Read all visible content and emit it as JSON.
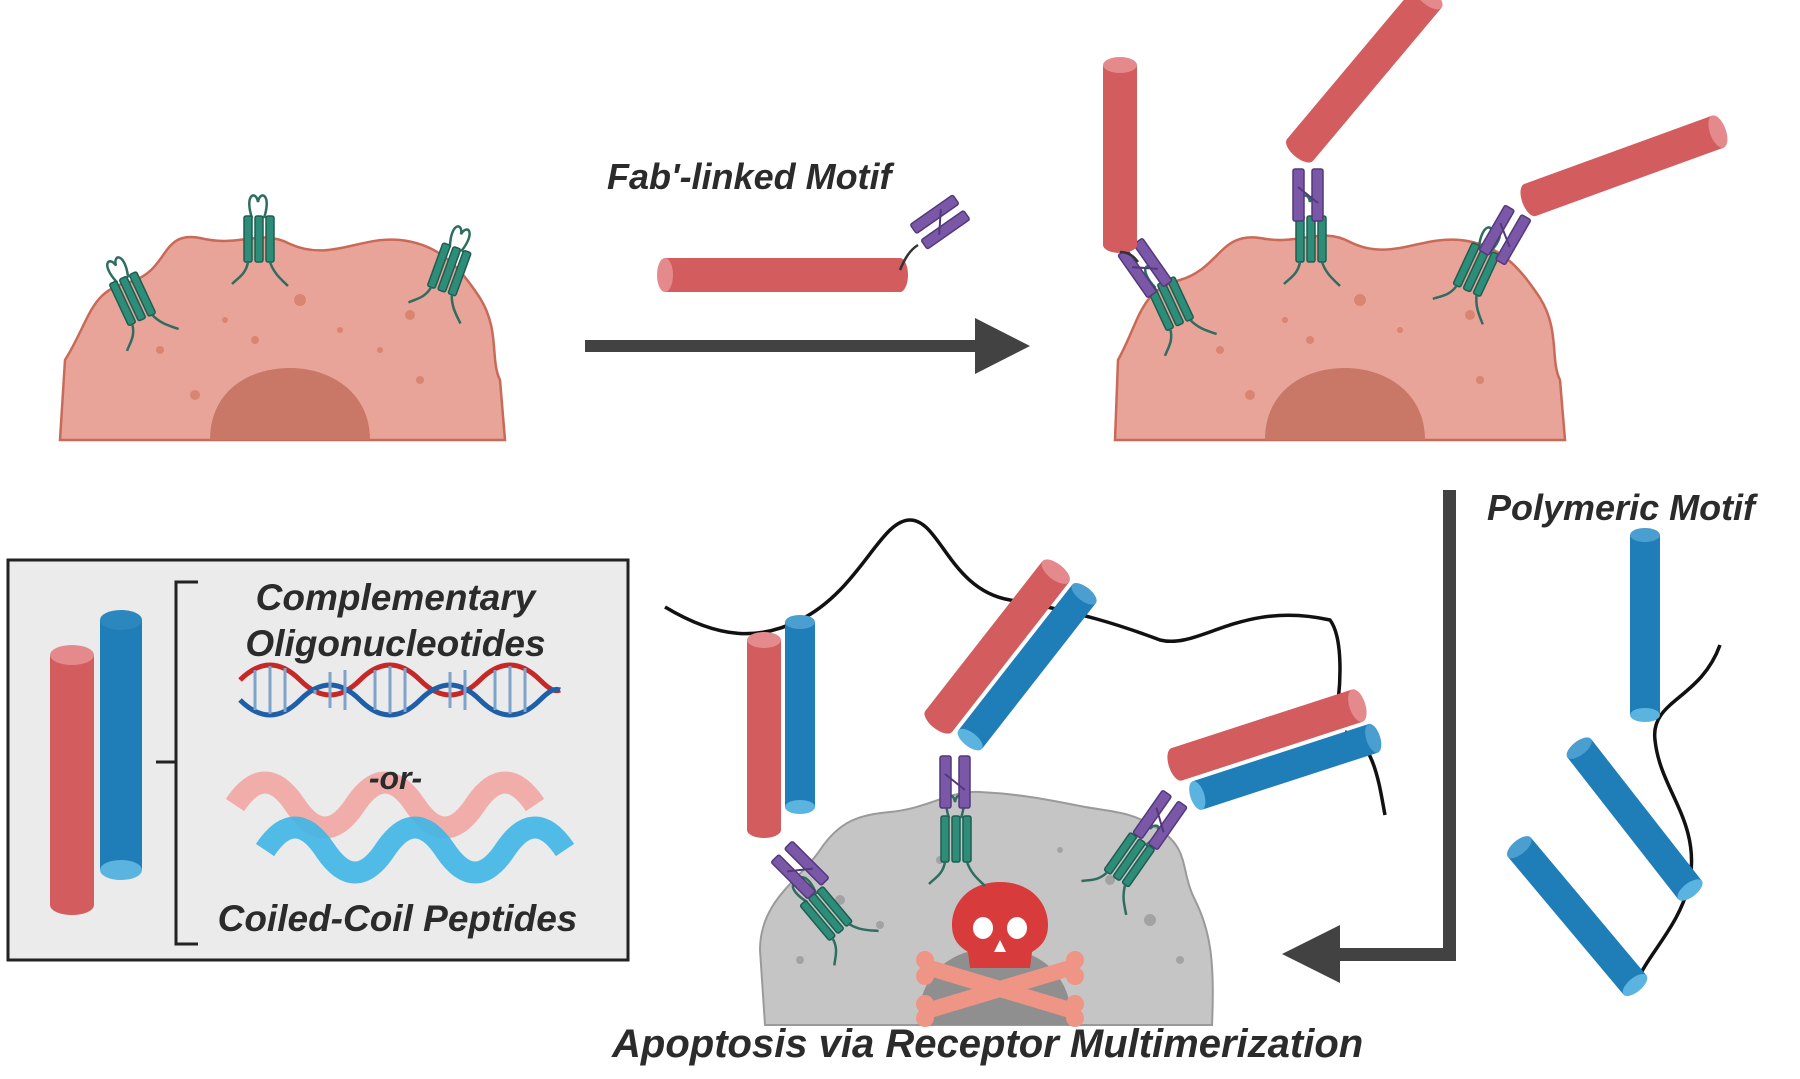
{
  "labels": {
    "fab_motif": "Fab'-linked Motif",
    "polymeric_motif": "Polymeric Motif",
    "apoptosis": "Apoptosis via Receptor Multimerization"
  },
  "legend": {
    "title_line1": "Complementary",
    "title_line2": "Oligonucleotides",
    "separator": "-or-",
    "alternative": "Coiled-Coil Peptides"
  },
  "colors": {
    "cell_pink": "#E9A499",
    "cell_outline": "#C96A58",
    "nucleus_pink": "#C97766",
    "dead_cell_gray": "#C5C5C5",
    "dead_nucleus_gray": "#8F8F8F",
    "red_strand": "#D35C5E",
    "blue_strand": "#1F7DB7",
    "receptor_green": "#2E8D78",
    "fab_purple": "#7B57A7",
    "arrow_gray": "#424242",
    "skull_red": "#D83B3B",
    "crossbones_salmon": "#EE9585"
  },
  "icons": {
    "death_marker": "skull-crossbones-icon"
  }
}
